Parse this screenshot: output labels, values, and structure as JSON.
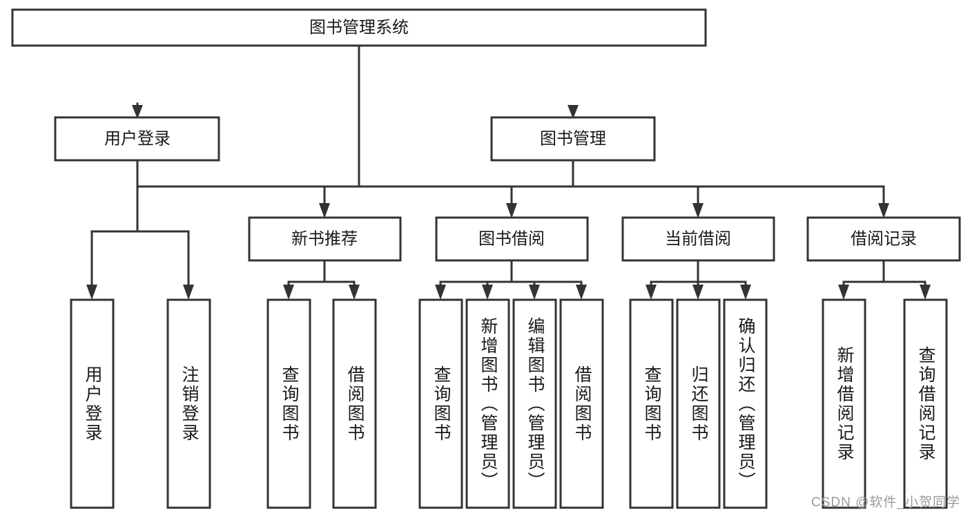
{
  "diagram": {
    "title": "图书管理系统",
    "type": "tree-hierarchy",
    "root": {
      "label": "图书管理系统"
    },
    "level2": [
      {
        "label": "用户登录"
      },
      {
        "label": "图书管理"
      }
    ],
    "level3": [
      {
        "label": "新书推荐"
      },
      {
        "label": "图书借阅"
      },
      {
        "label": "当前借阅"
      },
      {
        "label": "借阅记录"
      }
    ],
    "leaves": {
      "user_login": [
        {
          "label": "用户登录"
        },
        {
          "label": "注销登录"
        }
      ],
      "new_book_recommend": [
        {
          "label": "查询图书"
        },
        {
          "label": "借阅图书"
        }
      ],
      "book_borrow": [
        {
          "label": "查询图书"
        },
        {
          "label": "新增图书（管理员）"
        },
        {
          "label": "编辑图书（管理员）"
        },
        {
          "label": "借阅图书"
        }
      ],
      "current_borrow": [
        {
          "label": "查询图书"
        },
        {
          "label": "归还图书"
        },
        {
          "label": "确认归还（管理员）"
        }
      ],
      "borrow_record": [
        {
          "label": "新增借阅记录"
        },
        {
          "label": "查询借阅记录"
        }
      ]
    }
  },
  "watermark": {
    "text": "CSDN @软件_小贺同学"
  },
  "colors": {
    "stroke": "#333333",
    "box_fill": "#ffffff",
    "text": "#1a1a1a",
    "watermark": "#9a9a9a",
    "background": "#ffffff"
  }
}
